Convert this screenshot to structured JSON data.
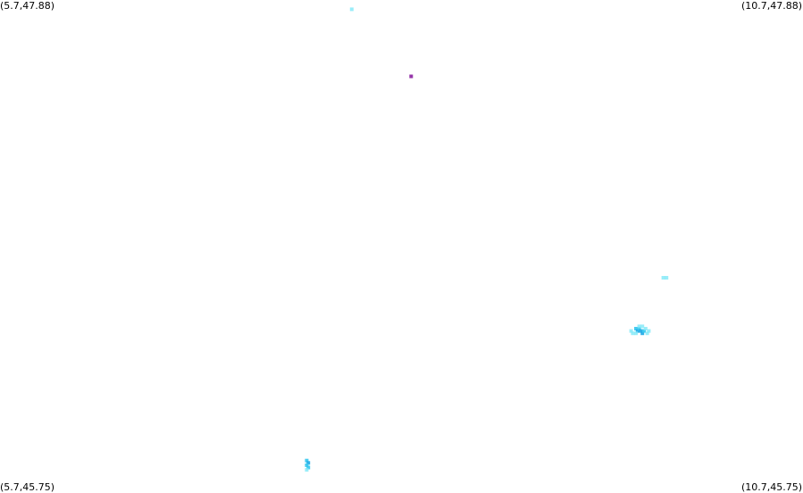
{
  "map": {
    "corners": {
      "top_left": "(5.7,47.88)",
      "top_right": "(10.7,47.88)",
      "bottom_left": "(5.7,45.75)",
      "bottom_right": "(10.7,45.75)"
    },
    "bounds": {
      "lon_min": 5.7,
      "lon_max": 10.7,
      "lat_min": 45.75,
      "lat_max": 47.88
    },
    "colors": {
      "light": "#7fe9f7",
      "medium": "#33c6ee",
      "dark": "#1ea8e6",
      "accent": "#8a1fa0"
    },
    "points": [
      {
        "lon": 7.89,
        "lat": 47.84,
        "color": "light"
      },
      {
        "lon": 8.26,
        "lat": 47.55,
        "color": "accent"
      },
      {
        "lon": 9.83,
        "lat": 46.68,
        "color": "light"
      },
      {
        "lon": 9.85,
        "lat": 46.68,
        "color": "light"
      },
      {
        "lon": 9.63,
        "lat": 46.45,
        "color": "light"
      },
      {
        "lon": 9.64,
        "lat": 46.44,
        "color": "light"
      },
      {
        "lon": 9.66,
        "lat": 46.46,
        "color": "medium"
      },
      {
        "lon": 9.67,
        "lat": 46.45,
        "color": "dark"
      },
      {
        "lon": 9.68,
        "lat": 46.46,
        "color": "medium"
      },
      {
        "lon": 9.69,
        "lat": 46.45,
        "color": "dark"
      },
      {
        "lon": 9.7,
        "lat": 46.44,
        "color": "dark"
      },
      {
        "lon": 9.71,
        "lat": 46.45,
        "color": "medium"
      },
      {
        "lon": 9.72,
        "lat": 46.46,
        "color": "light"
      },
      {
        "lon": 9.73,
        "lat": 46.44,
        "color": "light"
      },
      {
        "lon": 9.74,
        "lat": 46.45,
        "color": "light"
      },
      {
        "lon": 9.68,
        "lat": 46.47,
        "color": "light"
      },
      {
        "lon": 9.7,
        "lat": 46.47,
        "color": "light"
      },
      {
        "lon": 9.66,
        "lat": 46.44,
        "color": "light"
      },
      {
        "lon": 7.61,
        "lat": 45.89,
        "color": "medium"
      },
      {
        "lon": 7.62,
        "lat": 45.88,
        "color": "dark"
      },
      {
        "lon": 7.61,
        "lat": 45.87,
        "color": "medium"
      },
      {
        "lon": 7.62,
        "lat": 45.86,
        "color": "medium"
      },
      {
        "lon": 7.61,
        "lat": 45.85,
        "color": "light"
      }
    ]
  }
}
